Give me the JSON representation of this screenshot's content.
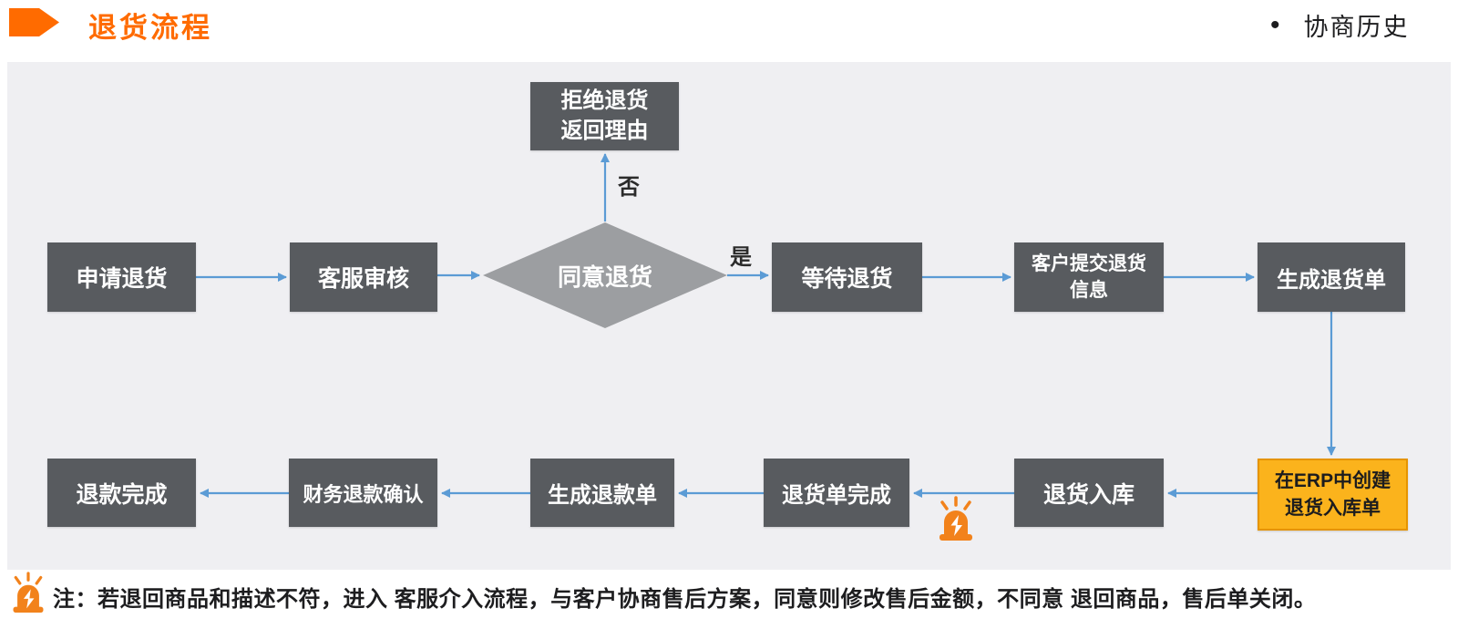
{
  "header": {
    "title": "退货流程",
    "legend": {
      "bullet": "•",
      "label": "协商历史"
    }
  },
  "colors": {
    "accent_orange": "#FF6B00",
    "node_dark_gray": "#585B5F",
    "decision_gray": "#9C9EA1",
    "arrow_blue": "#5B9BD5",
    "highlight_yellow_fill": "#FBB31C",
    "highlight_yellow_border": "#E59400",
    "canvas_background": "#EFEFF2",
    "siren_orange": "#F2821B"
  },
  "flow": {
    "nodes": {
      "reject": {
        "line1": "拒绝退货",
        "line2": "返回理由"
      },
      "apply": {
        "label": "申请退货"
      },
      "review": {
        "label": "客服审核"
      },
      "decision": {
        "label": "同意退货"
      },
      "wait": {
        "label": "等待退货"
      },
      "submit": {
        "line1": "客户提交退货",
        "line2": "信息"
      },
      "generate_return_order": {
        "label": "生成退货单"
      },
      "erp": {
        "line1": "在ERP中创建",
        "line2": "退货入库单"
      },
      "inbound": {
        "label": "退货入库"
      },
      "return_order_done": {
        "label": "退货单完成"
      },
      "generate_refund_order": {
        "label": "生成退款单"
      },
      "finance_refund_confirm": {
        "label": "财务退款确认"
      },
      "refund_done": {
        "label": "退款完成"
      }
    },
    "edge_labels": {
      "yes": "是",
      "no": "否"
    }
  },
  "note": {
    "text": "注：若退回商品和描述不符，进入 客服介入流程，与客户协商售后方案，同意则修改售后金额，不同意 退回商品，售后单关闭。"
  }
}
